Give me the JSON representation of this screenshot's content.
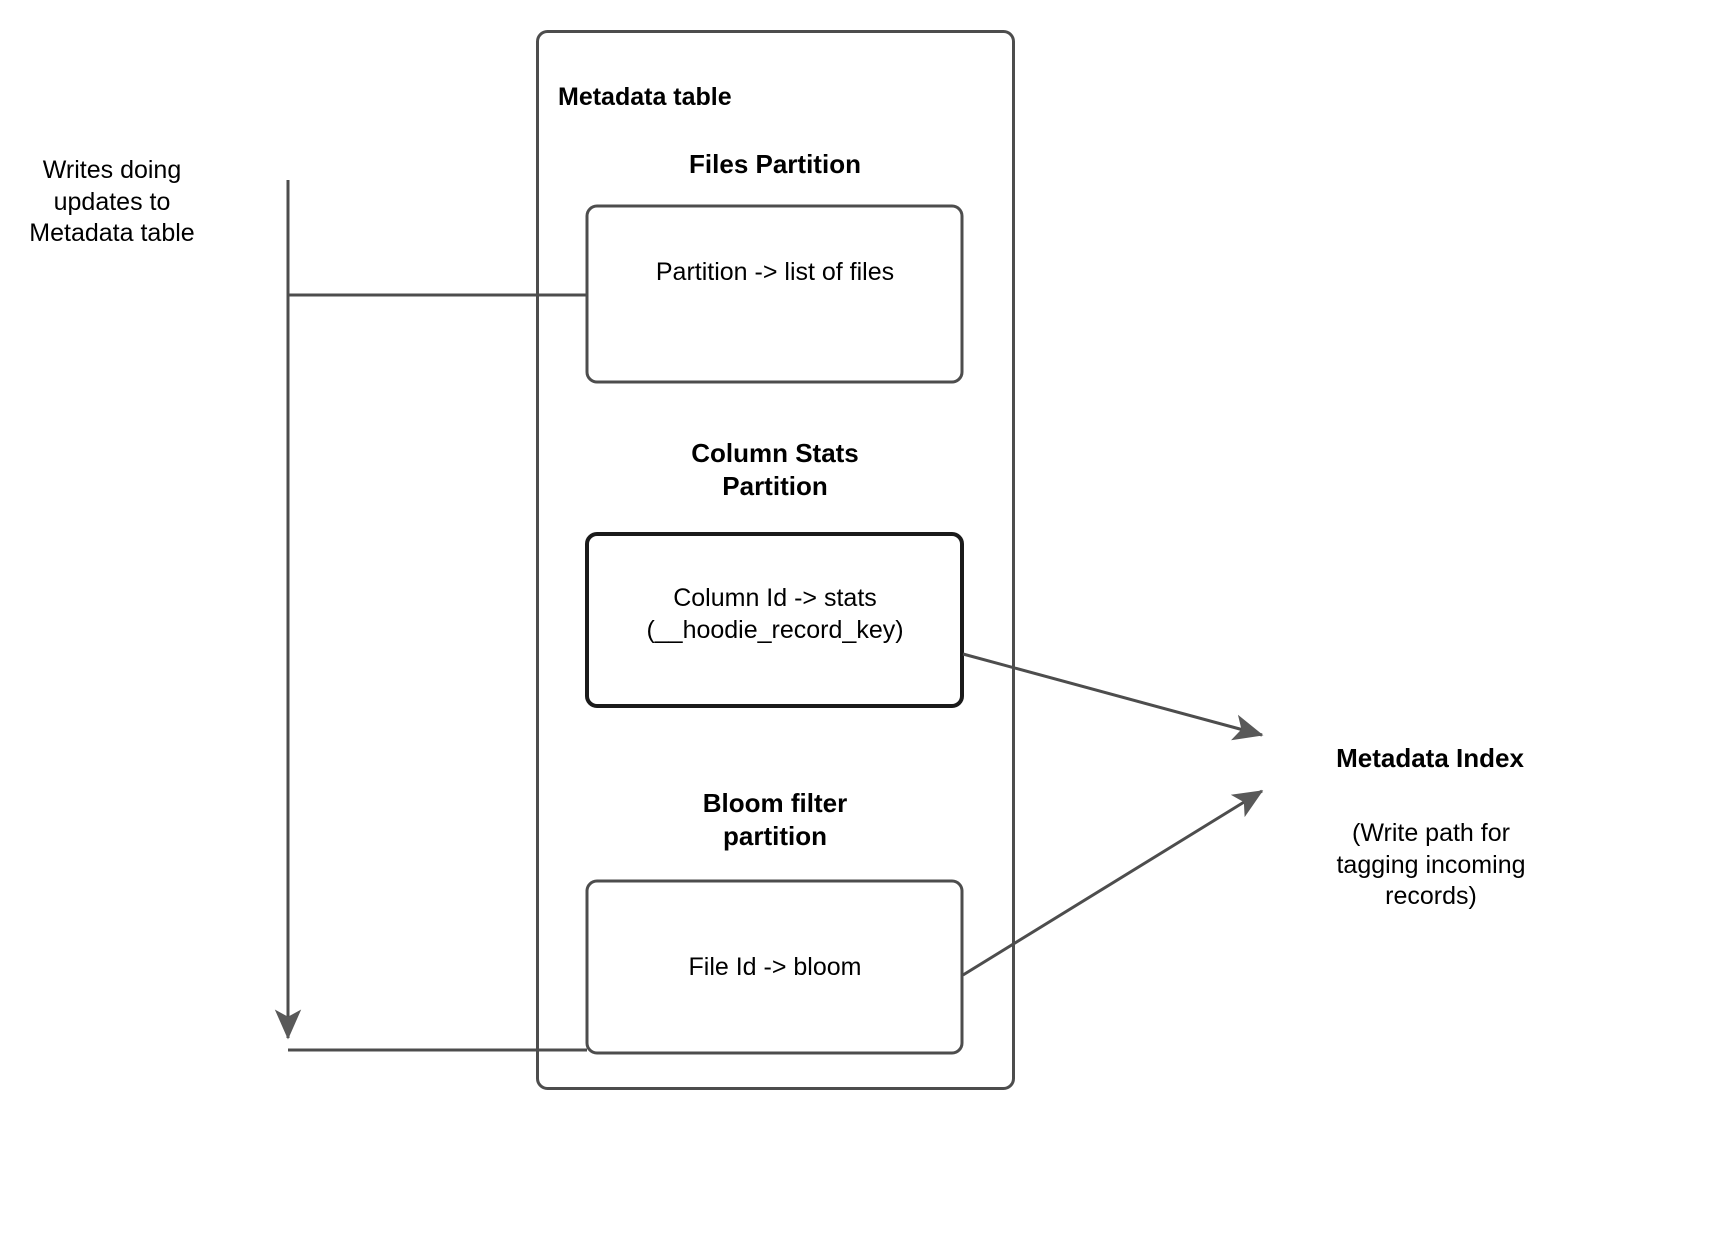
{
  "diagram": {
    "title": "Metadata table",
    "left_caption": "Writes doing\nupdates to\nMetadata table",
    "partitions": [
      {
        "heading": "Files Partition",
        "box_label": "Partition -> list of files"
      },
      {
        "heading": "Column Stats\nPartition",
        "box_label": "Column Id  -> stats\n(__hoodie_record_key)"
      },
      {
        "heading": "Bloom filter\npartition",
        "box_label": "File Id -> bloom"
      }
    ],
    "metadata_index": {
      "title": "Metadata Index",
      "note": "(Write path for\ntagging incoming\nrecords)"
    },
    "colors": {
      "stroke": "#4d4d4d",
      "stroke_dark": "#1a1a1a",
      "arrow_fill": "#595959",
      "text": "#000000",
      "background": "#ffffff"
    }
  }
}
